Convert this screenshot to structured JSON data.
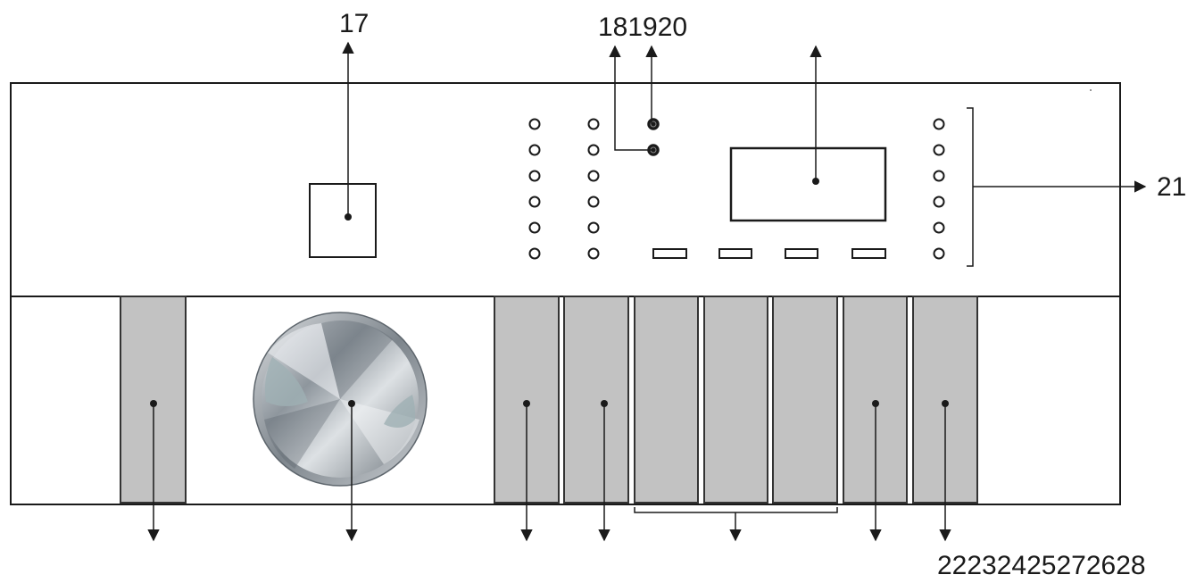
{
  "labels": {
    "top_left": "17",
    "top_middle": "181920",
    "right": "21",
    "bottom": "22232425272628"
  },
  "colors": {
    "line": "#1a1a1a",
    "panel_fill": "#c2c2c2",
    "panel_stroke": "#333333",
    "background": "#ffffff"
  }
}
